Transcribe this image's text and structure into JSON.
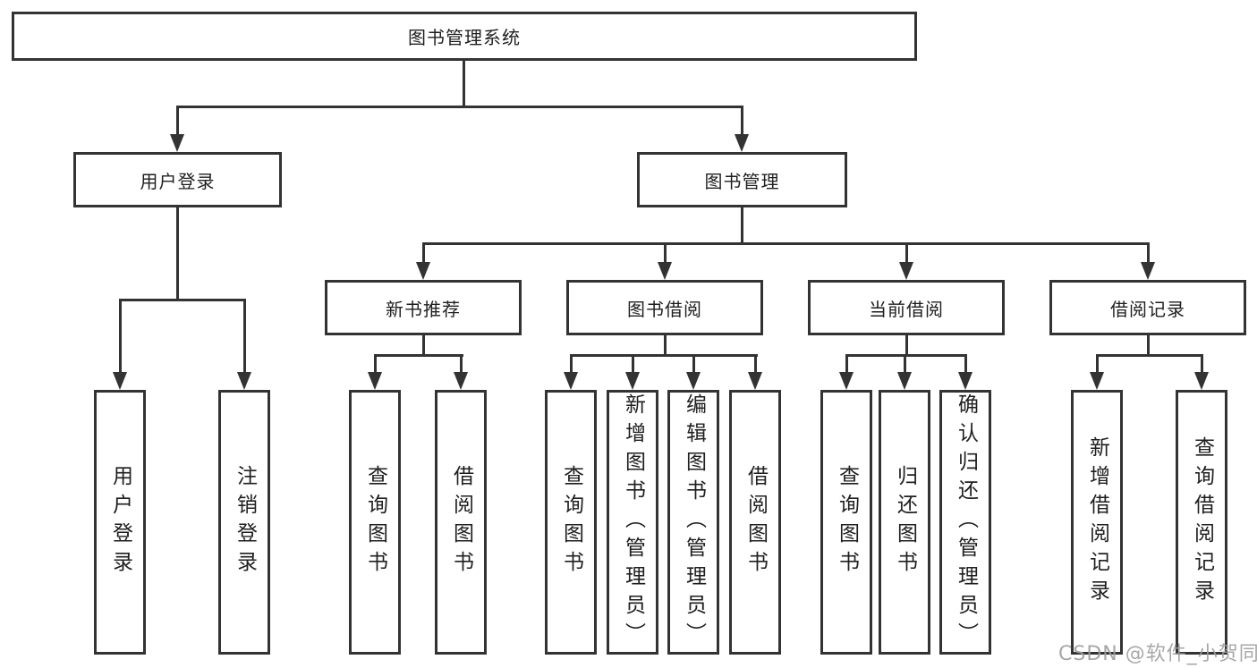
{
  "tree": {
    "label": "图书管理系统",
    "children": [
      {
        "label": "用户登录",
        "children": [
          {
            "label": "用户登录"
          },
          {
            "label": "注销登录"
          }
        ]
      },
      {
        "label": "图书管理",
        "children": [
          {
            "label": "新书推荐",
            "children": [
              {
                "label": "查询图书"
              },
              {
                "label": "借阅图书"
              }
            ]
          },
          {
            "label": "图书借阅",
            "children": [
              {
                "label": "查询图书"
              },
              {
                "label": "新增图书（管理员）"
              },
              {
                "label": "编辑图书（管理员）"
              },
              {
                "label": "借阅图书"
              }
            ]
          },
          {
            "label": "当前借阅",
            "children": [
              {
                "label": "查询图书"
              },
              {
                "label": "归还图书"
              },
              {
                "label": "确认归还（管理员）"
              }
            ]
          },
          {
            "label": "借阅记录",
            "children": [
              {
                "label": "新增借阅记录"
              },
              {
                "label": "查询借阅记录"
              }
            ]
          }
        ]
      }
    ]
  },
  "watermark": {
    "text": "CSDN @软件_小贺同学"
  },
  "colors": {
    "line": "#333333",
    "text": "#1f1f1f",
    "watermark": "#9e9e9e",
    "background": "#ffffff"
  }
}
